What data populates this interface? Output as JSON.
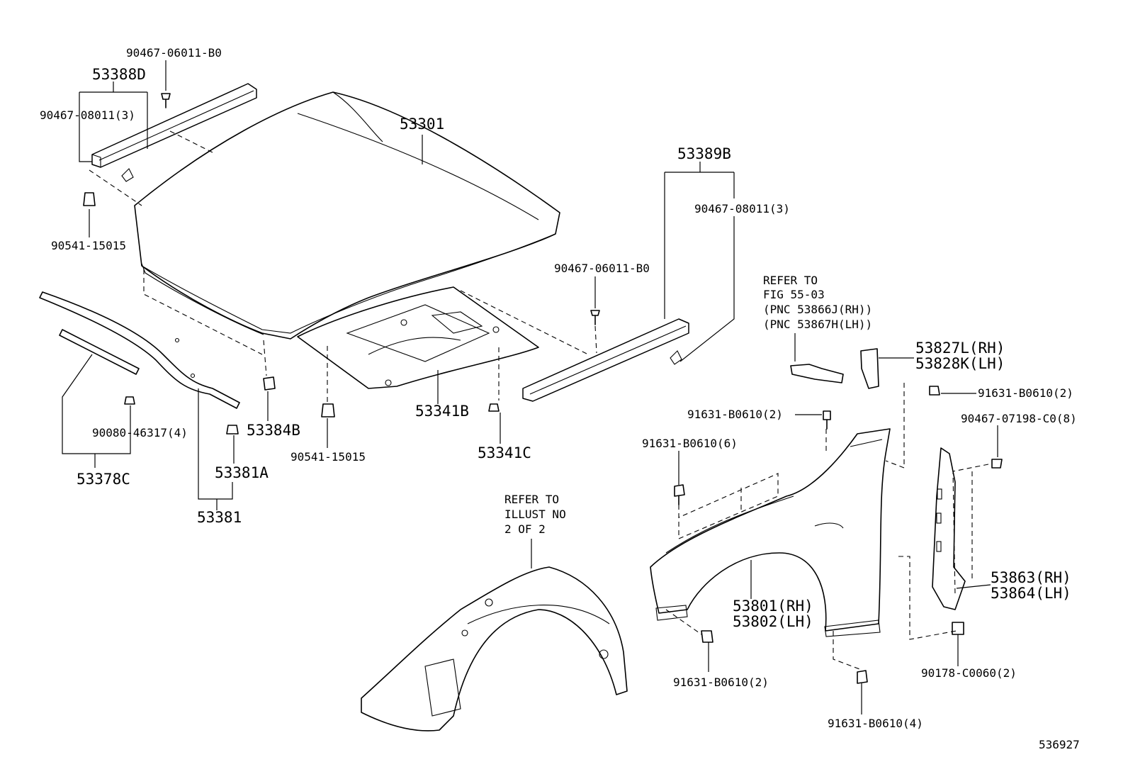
{
  "figure_number": "536927",
  "labels": {
    "bolt_top_hood_seal": "90467-06011-B0",
    "hood_seal_rear": "53388D",
    "clip_rear_seal": "90467-08011(3)",
    "cushion_left": "90541-15015",
    "hood_panel": "53301",
    "hood_seal_side": "53389B",
    "clip_side_seal": "90467-08011(3)",
    "bolt_mid_hood_seal": "90467-06011-B0",
    "refer_fig_line1": "REFER TO",
    "refer_fig_line2": "FIG 55-03",
    "refer_fig_line3": "(PNC 53866J(RH))",
    "refer_fig_line4": "(PNC 53867H(LH))",
    "bracket_rh": "53827L(RH)",
    "bracket_lh": "53828K(LH)",
    "bolt_bracket": "91631-B0610(2)",
    "clip_fender_seal": "90467-07198-C0(8)",
    "bolt_fender_top": "91631-B0610(2)",
    "bolt_fender_side": "91631-B0610(6)",
    "clip_hood_support": "90080-46317(4)",
    "cushion_hood_front": "53384B",
    "cushion_center": "90541-15015",
    "insulator": "53341B",
    "clip_insulator": "53341C",
    "hood_support_seal": "53378C",
    "support_clip": "53381A",
    "hood_support": "53381",
    "refer_illust_line1": "REFER TO",
    "refer_illust_line2": "ILLUST NO",
    "refer_illust_line3": "2 OF 2",
    "fender_rh": "53801(RH)",
    "fender_lh": "53802(LH)",
    "fender_seal_rh": "53863(RH)",
    "fender_seal_lh": "53864(LH)",
    "bolt_fender_lower": "91631-B0610(2)",
    "nut_fender_seal": "90178-C0060(2)",
    "bolt_fender_bottom": "91631-B0610(4)"
  }
}
